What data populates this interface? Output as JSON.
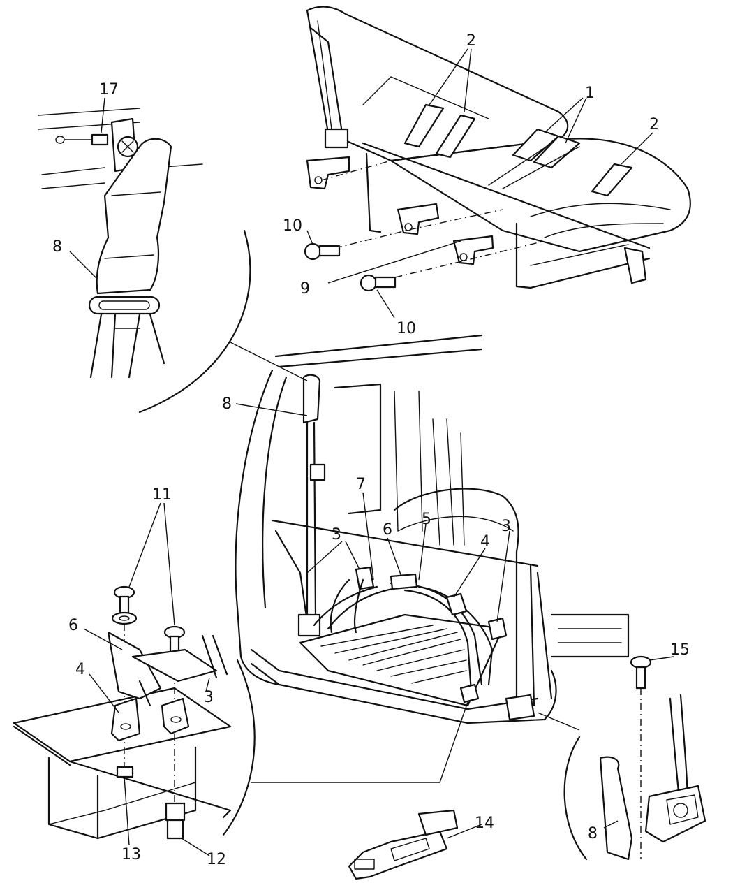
{
  "callouts": {
    "c1": "1",
    "c2a": "2",
    "c2b": "2",
    "c3a": "3",
    "c3b": "3",
    "c3c": "3",
    "c4a": "4",
    "c4b": "4",
    "c5": "5",
    "c6a": "6",
    "c6b": "6",
    "c7": "7",
    "c8a": "8",
    "c8b": "8",
    "c8c": "8",
    "c9": "9",
    "c10a": "10",
    "c10b": "10",
    "c11": "11",
    "c12": "12",
    "c13": "13",
    "c14": "14",
    "c15": "15",
    "c17": "17"
  }
}
